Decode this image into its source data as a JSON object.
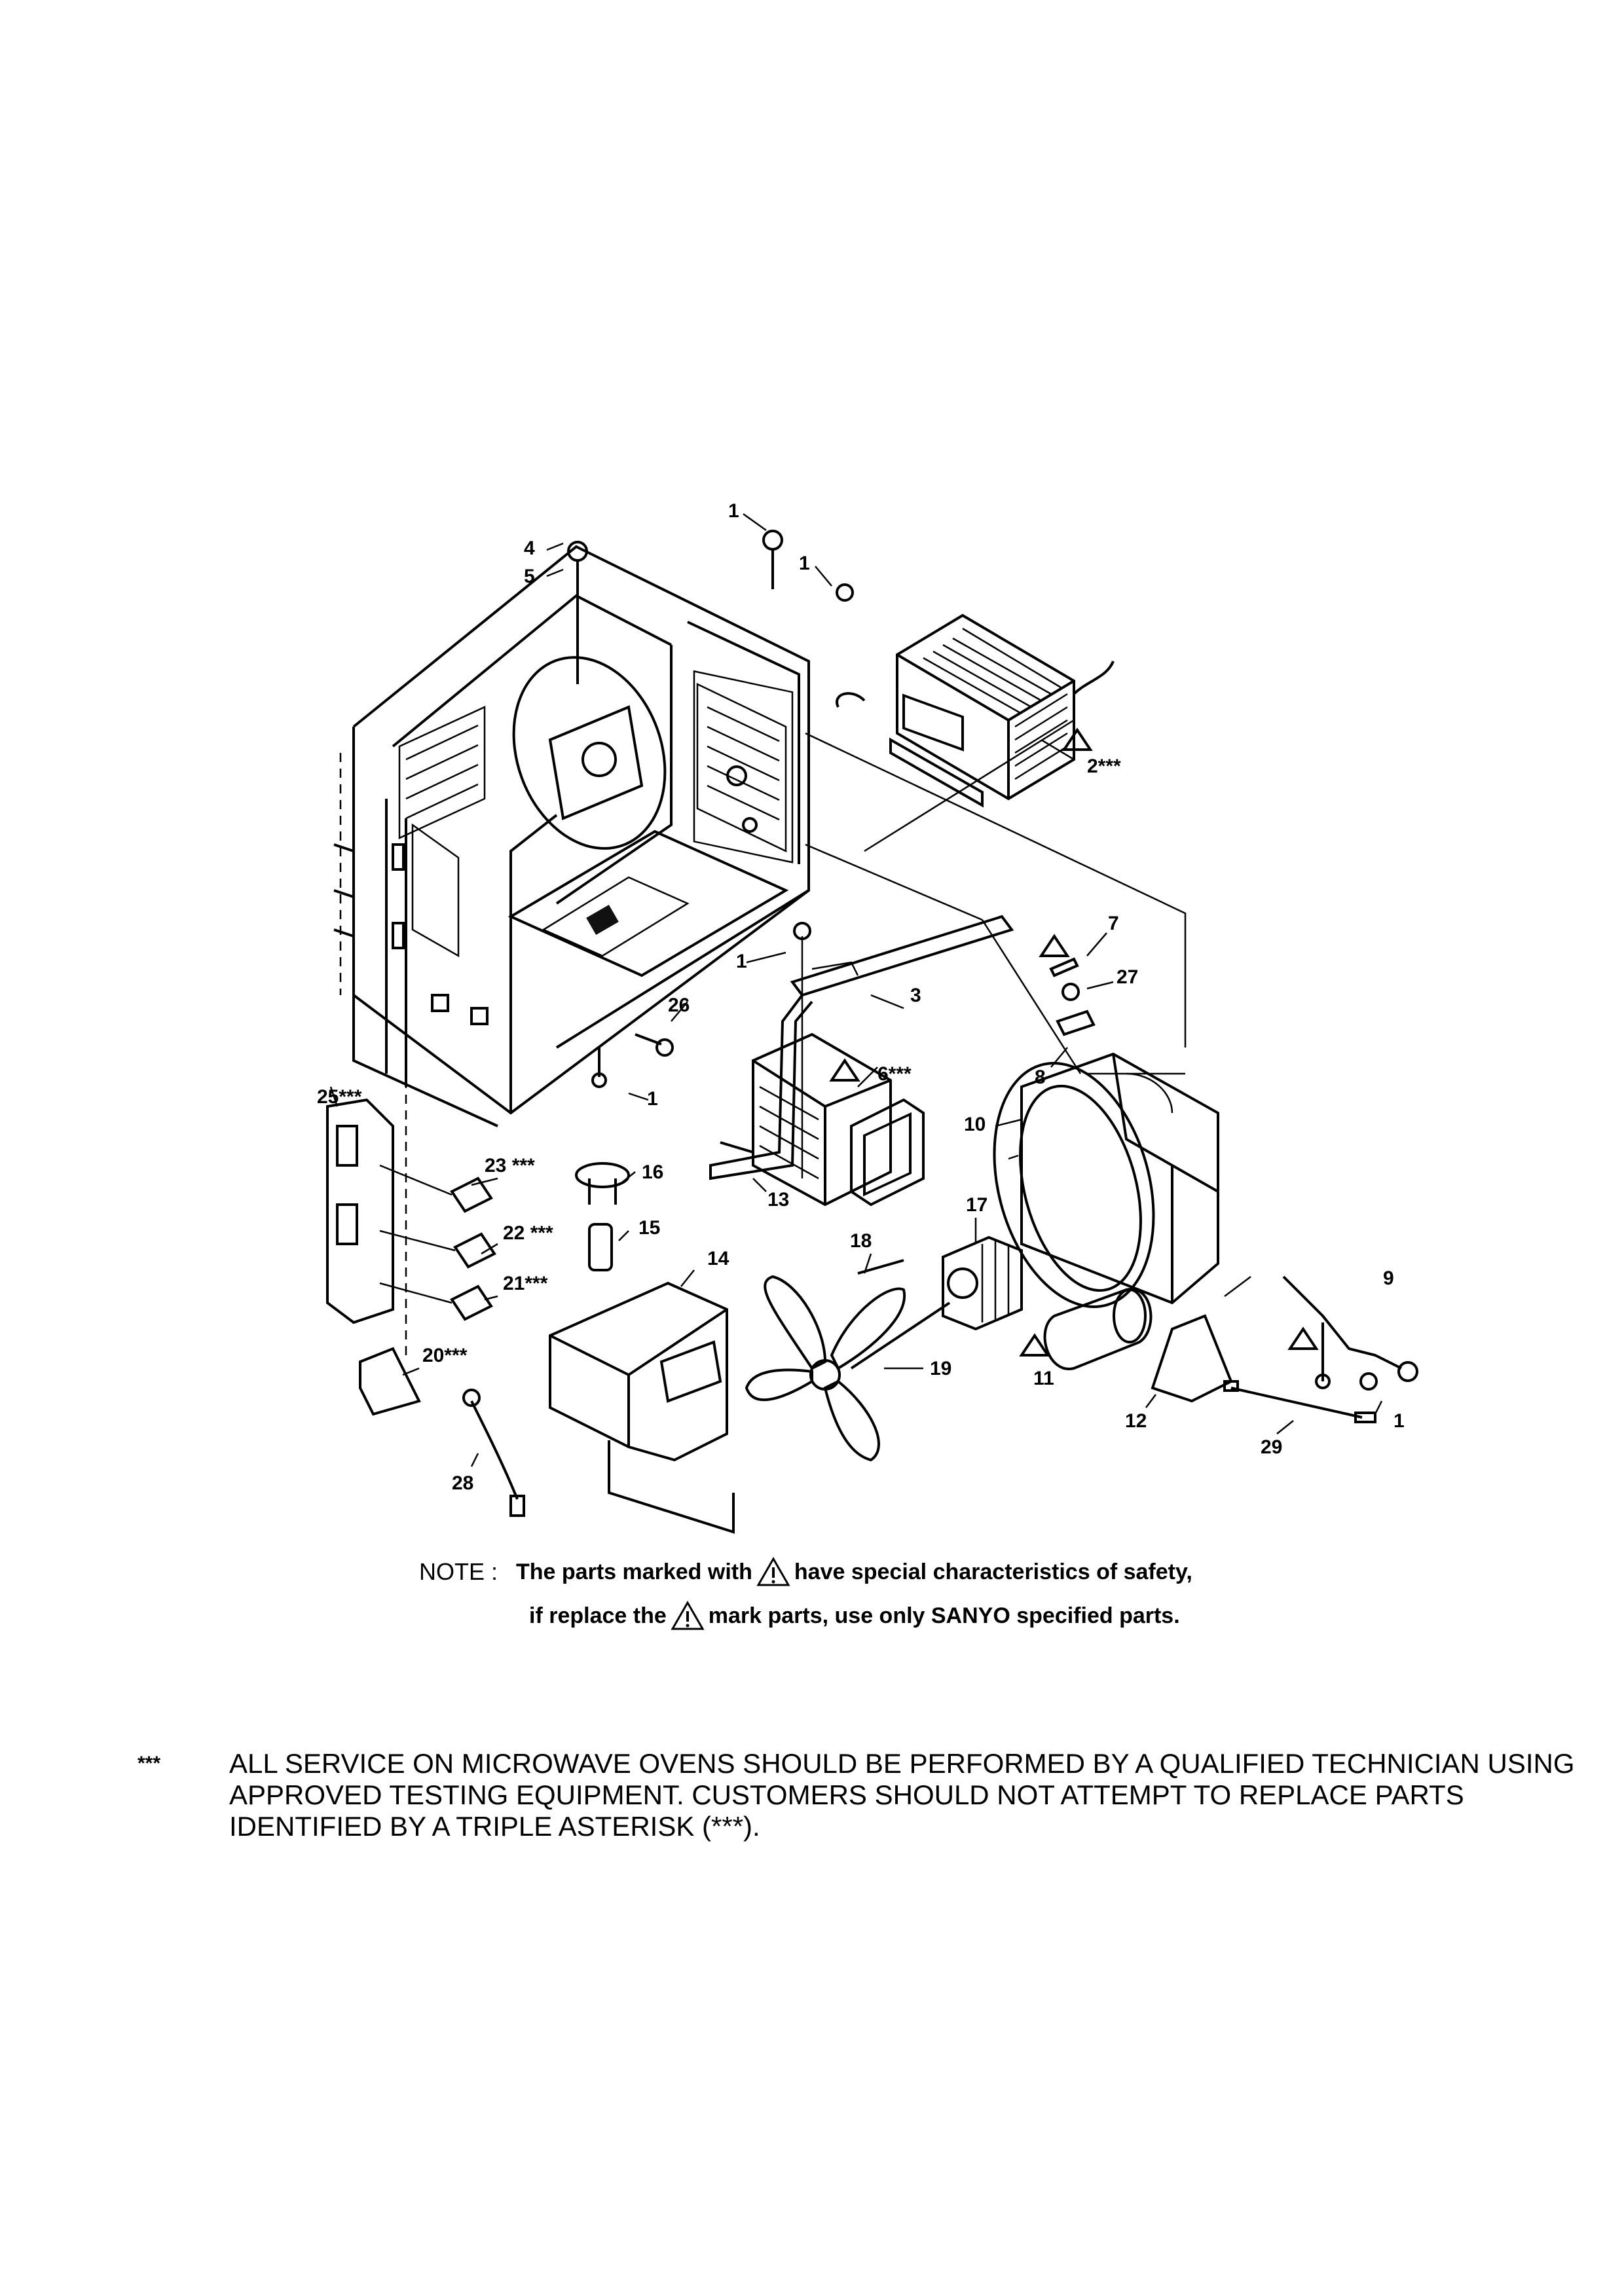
{
  "part_labels": [
    {
      "id": "label-1a",
      "text": "1"
    },
    {
      "id": "label-1b",
      "text": "1"
    },
    {
      "id": "label-1c",
      "text": "1"
    },
    {
      "id": "label-1d",
      "text": "1"
    },
    {
      "id": "label-1e",
      "text": "1"
    },
    {
      "id": "label-2",
      "text": "2***"
    },
    {
      "id": "label-3",
      "text": "3"
    },
    {
      "id": "label-4",
      "text": "4"
    },
    {
      "id": "label-5",
      "text": "5"
    },
    {
      "id": "label-6",
      "text": "6***"
    },
    {
      "id": "label-7",
      "text": "7"
    },
    {
      "id": "label-8",
      "text": "8"
    },
    {
      "id": "label-9",
      "text": "9"
    },
    {
      "id": "label-10",
      "text": "10"
    },
    {
      "id": "label-11",
      "text": "11"
    },
    {
      "id": "label-12",
      "text": "12"
    },
    {
      "id": "label-13",
      "text": "13"
    },
    {
      "id": "label-14",
      "text": "14"
    },
    {
      "id": "label-15",
      "text": "15"
    },
    {
      "id": "label-16",
      "text": "16"
    },
    {
      "id": "label-17",
      "text": "17"
    },
    {
      "id": "label-18",
      "text": "18"
    },
    {
      "id": "label-19",
      "text": "19"
    },
    {
      "id": "label-20",
      "text": "20***"
    },
    {
      "id": "label-21",
      "text": "21***"
    },
    {
      "id": "label-22",
      "text": "22 ***"
    },
    {
      "id": "label-23",
      "text": "23 ***"
    },
    {
      "id": "label-25",
      "text": "25***"
    },
    {
      "id": "label-26",
      "text": "26"
    },
    {
      "id": "label-27",
      "text": "27"
    },
    {
      "id": "label-28",
      "text": "28"
    },
    {
      "id": "label-29",
      "text": "29"
    }
  ],
  "note": {
    "prefix": "NOTE :",
    "line1_before": "The parts marked with",
    "line1_after": "have special characteristics of safety,",
    "line2_before": "if replace the",
    "line2_after": "mark parts, use only SANYO specified parts."
  },
  "warning": {
    "mark": "***",
    "text": "ALL SERVICE ON MICROWAVE OVENS SHOULD BE PERFORMED BY A  QUALIFIED TECHNICIAN USING APPROVED TESTING EQUIPMENT.  CUSTOMERS SHOULD NOT ATTEMPT TO REPLACE PARTS IDENTIFIED BY A TRIPLE ASTERISK (***)."
  }
}
